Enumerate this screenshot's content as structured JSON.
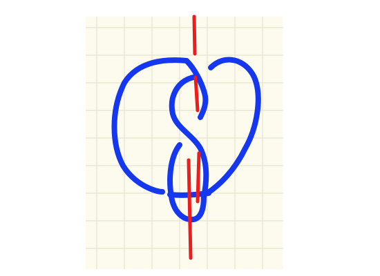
{
  "colors": {
    "background": "#ffffff",
    "paper": "#fdfbee",
    "grid_line": "#e6e3cf",
    "axis_line": "#ee1c1c",
    "knot_stroke": "#1637f0"
  },
  "figure": {
    "description_items": [
      "grid-paper",
      "vertical-axis-line",
      "knot-curve"
    ]
  }
}
